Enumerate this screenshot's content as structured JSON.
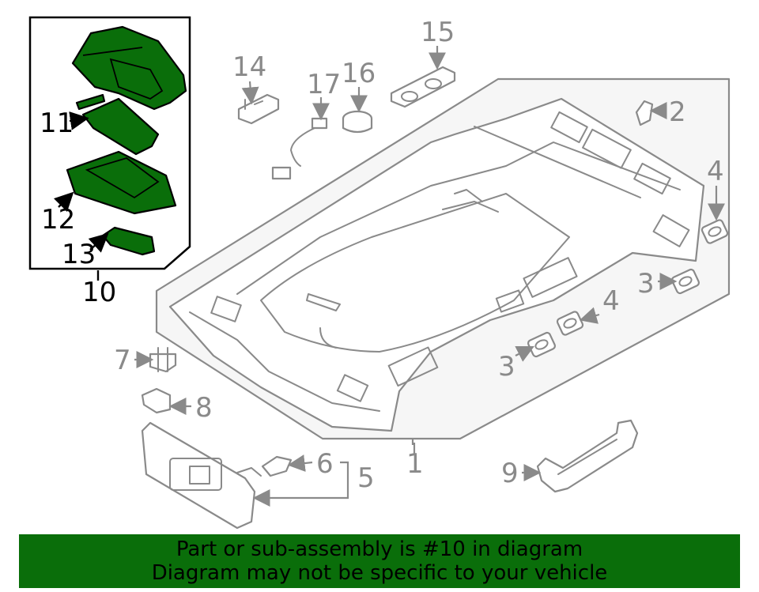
{
  "callouts": {
    "c1": "1",
    "c2": "2",
    "c3a": "3",
    "c3b": "3",
    "c4a": "4",
    "c4b": "4",
    "c5": "5",
    "c6": "6",
    "c7": "7",
    "c8": "8",
    "c9": "9",
    "c10": "10",
    "c11": "11",
    "c12": "12",
    "c13": "13",
    "c14": "14",
    "c15": "15",
    "c16": "16",
    "c17": "17"
  },
  "highlight": {
    "part": "10",
    "color": "#0a6e0a"
  },
  "banner": {
    "line1": "Part or sub-assembly is #10 in diagram",
    "line2": "Diagram may not be specific to your vehicle"
  }
}
